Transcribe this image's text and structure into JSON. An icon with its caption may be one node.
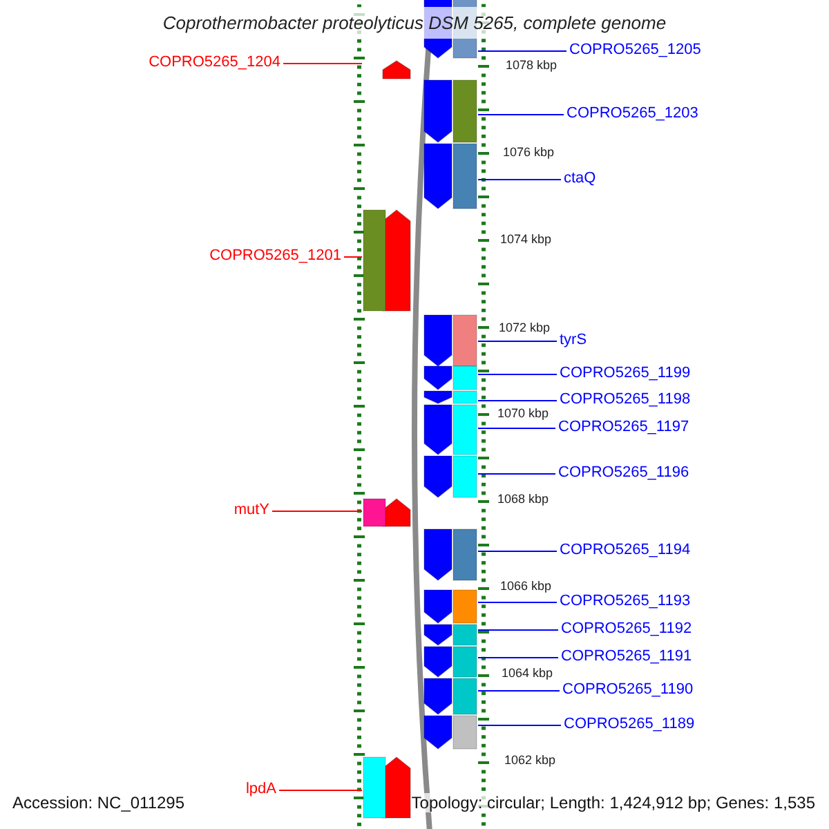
{
  "diagram": {
    "title": "Coprothermobacter proteolyticus DSM 5265, complete genome",
    "nodes": [
      {
        "text": [
          "COPRO5265_1205"
        ]
      },
      {
        "text": [],
        "shape": "pentagon"
      },
      {
        "text": [
          "COPRO5265_1204"
        ]
      },
      {
        "text": [],
        "shape": "pentagon"
      },
      {
        "text": [
          "COPRO5265_1203"
        ]
      },
      {
        "text": [],
        "shape": "pentagon"
      },
      {
        "text": [
          "ctaQ"
        ]
      },
      {
        "text": [],
        "shape": "pentagon"
      },
      {
        "text": [
          "COPRO5265_1201"
        ]
      },
      {
        "text": [],
        "shape": "pentagon"
      },
      {
        "text": [
          "tyrS"
        ]
      },
      {
        "text": [],
        "shape": "pentagon"
      },
      {
        "text": [
          "COPRO5265_1199"
        ]
      },
      {
        "text": [],
        "shape": "pentagon"
      },
      {
        "text": [
          "COPRO5265_1198"
        ]
      },
      {
        "text": [],
        "shape": "pentagon"
      },
      {
        "text": [
          "COPRO5265_1197"
        ]
      },
      {
        "text": [],
        "shape": "pentagon"
      },
      {
        "text": [
          "COPRO5265_1196"
        ]
      },
      {
        "text": [],
        "shape": "pentagon"
      },
      {
        "text": [
          "mutY"
        ]
      },
      {
        "text": [],
        "shape": "pentagon"
      },
      {
        "text": [
          "COPRO5265_1194"
        ]
      },
      {
        "text": [],
        "shape": "pentagon"
      },
      {
        "text": [
          "COPRO5265_1193"
        ]
      },
      {
        "text": [],
        "shape": "pentagon"
      },
      {
        "text": [
          "COPRO5265_1192"
        ]
      },
      {
        "text": [],
        "shape": "pentagon"
      },
      {
        "text": [
          "COPRO5265_1191"
        ]
      },
      {
        "text": [],
        "shape": "pentagon"
      },
      {
        "text": [
          "COPRO5265_1190"
        ]
      },
      {
        "text": [],
        "shape": "pentagon"
      },
      {
        "text": [
          "COPRO5265_1189"
        ]
      },
      {
        "text": [],
        "shape": "pentagon"
      },
      {
        "text": [
          "lpdA"
        ]
      },
      {
        "text": [],
        "shape": "pentagon"
      }
    ],
    "edges": [
      {
        "from": 0,
        "to": 1,
        "arrow": "none"
      },
      {
        "from": 2,
        "to": 3,
        "arrow": "none",
        "color": "#ff0000"
      },
      {
        "from": 4,
        "to": 5,
        "arrow": "none"
      },
      {
        "from": 6,
        "to": 7,
        "arrow": "none"
      },
      {
        "from": 8,
        "to": 9,
        "arrow": "none",
        "color": "#ff0000"
      },
      {
        "from": 10,
        "to": 11,
        "arrow": "none"
      },
      {
        "from": 12,
        "to": 13,
        "arrow": "none"
      },
      {
        "from": 14,
        "to": 15,
        "arrow": "none"
      },
      {
        "from": 16,
        "to": 17,
        "arrow": "none"
      },
      {
        "from": 18,
        "to": 19,
        "arrow": "none"
      },
      {
        "from": 20,
        "to": 21,
        "arrow": "none",
        "color": "#ff0000"
      },
      {
        "from": 22,
        "to": 23,
        "arrow": "none"
      },
      {
        "from": 24,
        "to": 25,
        "arrow": "none"
      },
      {
        "from": 26,
        "to": 27,
        "arrow": "none"
      },
      {
        "from": 28,
        "to": 29,
        "arrow": "none"
      },
      {
        "from": 30,
        "to": 31,
        "arrow": "none"
      },
      {
        "from": 32,
        "to": 33,
        "arrow": "none"
      },
      {
        "from": 34,
        "to": 35,
        "arrow": "none",
        "color": "#ff0000"
      }
    ],
    "labels": [
      "1078 kbp",
      "1076 kbp",
      "1074 kbp",
      "1072 kbp",
      "1070 kbp",
      "1068 kbp",
      "1066 kbp",
      "1064 kbp",
      "1062 kbp",
      "Accession: NC_011295",
      "Topology: circular; Length: 1,424,912 bp; Genes: 1,535"
    ]
  }
}
